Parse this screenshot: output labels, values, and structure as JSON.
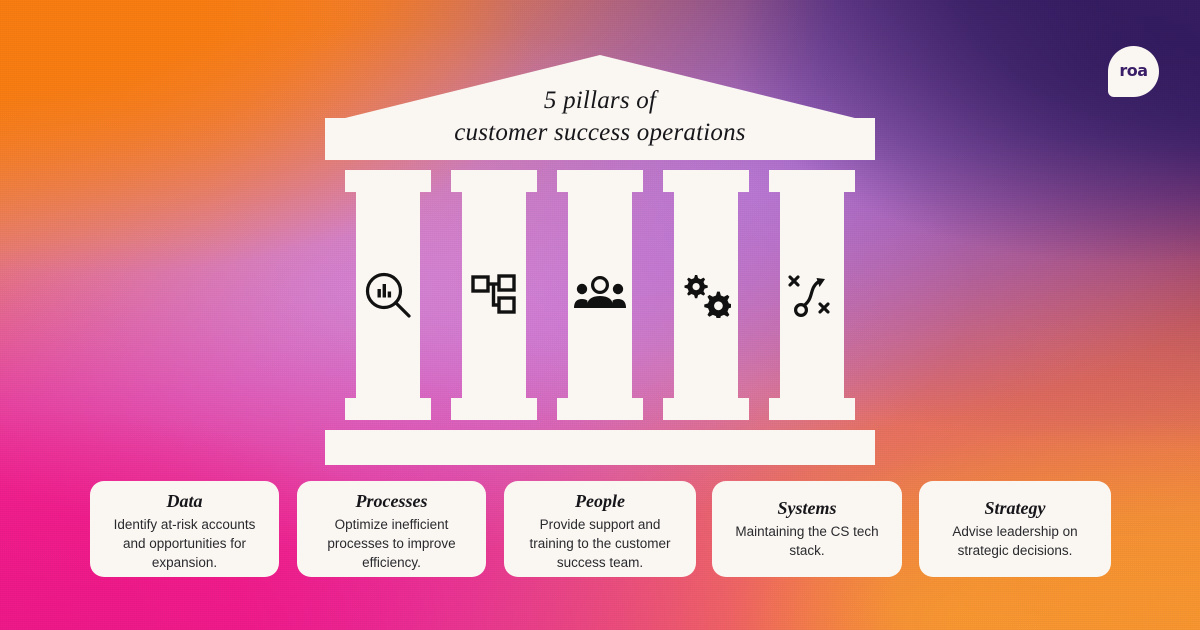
{
  "background": {
    "gradient_corners": {
      "top_left": "#fb7e12",
      "top_right": "#3a1f68",
      "bottom_left": "#f4198c",
      "bottom_right": "#fa9a33",
      "center": "#c97fd0"
    }
  },
  "logo": {
    "name": "roa-logo",
    "text": "roa",
    "shape": "speech-bubble",
    "background_color": "#faf7f2",
    "text_color": "#3a1f68"
  },
  "temple": {
    "title_line_1": "5 pillars of",
    "title_line_2": "customer success operations",
    "structure_color": "#faf7f2",
    "pillars": [
      {
        "icon": "magnifier-bar-chart-icon",
        "label": "Data"
      },
      {
        "icon": "flowchart-hierarchy-icon",
        "label": "Processes"
      },
      {
        "icon": "people-group-icon",
        "label": "People"
      },
      {
        "icon": "gears-icon",
        "label": "Systems"
      },
      {
        "icon": "strategy-path-icon",
        "label": "Strategy"
      }
    ]
  },
  "cards": [
    {
      "title": "Data",
      "description": "Identify at-risk accounts and opportunities for expansion."
    },
    {
      "title": "Processes",
      "description": "Optimize inefficient processes to improve efficiency."
    },
    {
      "title": "People",
      "description": "Provide support and training to the customer success team."
    },
    {
      "title": "Systems",
      "description": "Maintaining the CS tech stack."
    },
    {
      "title": "Strategy",
      "description": "Advise leadership on strategic decisions."
    }
  ]
}
